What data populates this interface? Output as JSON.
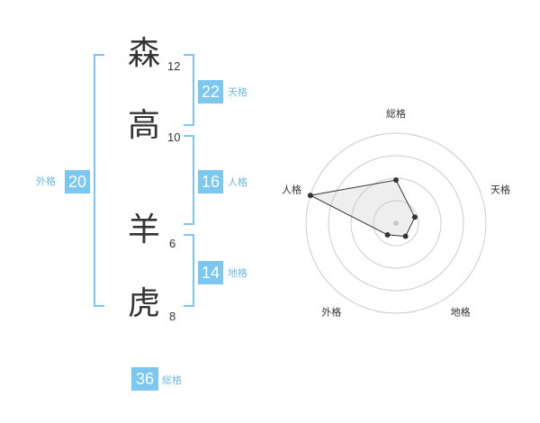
{
  "name": {
    "chars": [
      {
        "char": "森",
        "strokes": "12"
      },
      {
        "char": "高",
        "strokes": "10"
      },
      {
        "char": "羊",
        "strokes": "6"
      },
      {
        "char": "虎",
        "strokes": "8"
      }
    ]
  },
  "fortune": {
    "tenkaku": {
      "value": "22",
      "label": "天格"
    },
    "jinkaku": {
      "value": "16",
      "label": "人格"
    },
    "chikaku": {
      "value": "14",
      "label": "地格"
    },
    "gaikaku": {
      "value": "20",
      "label": "外格"
    },
    "soukaku": {
      "value": "36",
      "label": "総格"
    }
  },
  "colors": {
    "accent": "#7cc7f0",
    "text": "#333333",
    "grid": "#cccccc"
  },
  "chart_data": {
    "type": "radar",
    "axes": [
      "総格",
      "天格",
      "地格",
      "外格",
      "人格"
    ],
    "rings": 4,
    "values": [
      0.48,
      0.22,
      0.18,
      0.16,
      1.0
    ]
  }
}
